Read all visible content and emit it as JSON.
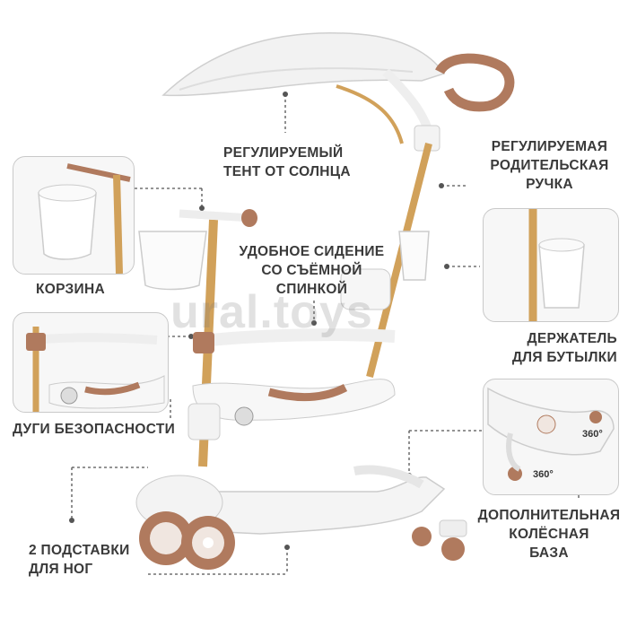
{
  "labels": {
    "canopy": "РЕГУЛИРУЕМЫЙ\nТЕНТ ОТ СОЛНЦА",
    "handle": "РЕГУЛИРУЕМАЯ\nРОДИТЕЛЬСКАЯ\nРУЧКА",
    "seat": "УДОБНОЕ СИДЕНИЕ\nСО СЪЁМНОЙ\nСПИНКОЙ",
    "basket": "КОРЗИНА",
    "bottle": "ДЕРЖАТЕЛЬ\nДЛЯ БУТЫЛКИ",
    "bars": "ДУГИ БЕЗОПАСНОСТИ",
    "footrests": "2 ПОДСТАВКИ\nДЛЯ НОГ",
    "base": "ДОПОЛНИТЕЛЬНАЯ\nКОЛЁСНАЯ\nБАЗА"
  },
  "badges": {
    "rotate_top": "360°",
    "rotate_bottom": "360°"
  },
  "watermark": "ural.toys",
  "colors": {
    "accent": "#b07a5e",
    "frame": "#d1a15a",
    "body": "#ffffff",
    "text": "#3a3a3a",
    "leader": "#555555"
  }
}
